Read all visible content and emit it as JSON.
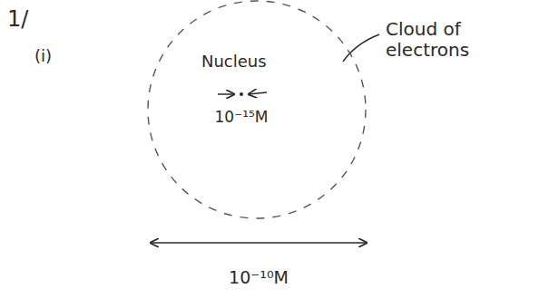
{
  "diagram": {
    "nodes": [
      {
        "text": [
          "Cloud of electrons"
        ]
      }
    ],
    "labels": [
      "1/",
      "(i)",
      "Nucleus",
      "10⁻¹⁵M",
      "10⁻¹⁰M"
    ]
  }
}
